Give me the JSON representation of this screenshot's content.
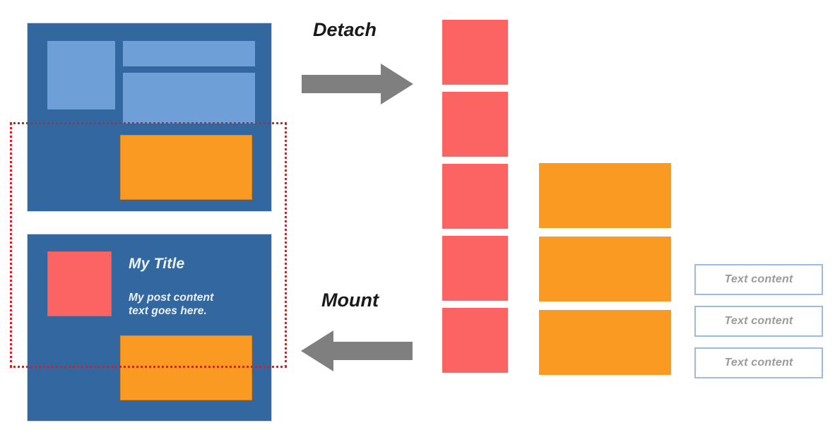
{
  "diagram": {
    "title": "Detach and Mount component diagram",
    "colors": {
      "panel_blue": "#33679F",
      "light_blue": "#6E9FD6",
      "orange": "#FA9A23",
      "red": "#FC6464",
      "selection_red": "#E01B22",
      "arrow_gray": "#7F7F7F",
      "text_box_border": "#9DBBDD",
      "placeholder_gray": "#9B9B9B"
    }
  },
  "left": {
    "top_panel": {
      "name": "component-panel-top",
      "blocks": [
        {
          "label": "",
          "kind": "light-blue-square"
        },
        {
          "label": "",
          "kind": "light-blue-bar"
        },
        {
          "label": "",
          "kind": "light-blue-block"
        },
        {
          "label": "",
          "kind": "orange-block"
        }
      ]
    },
    "bottom_panel": {
      "name": "component-panel-bottom",
      "avatar": {
        "kind": "red-square"
      },
      "post_title": "My Title",
      "post_body_lines": [
        "My post content",
        "text goes here."
      ],
      "media": {
        "kind": "orange-block"
      }
    },
    "selection": {
      "label": "selection-region",
      "style": "red-dotted"
    }
  },
  "arrows": [
    {
      "id": "detach",
      "label": "Detach",
      "direction": "right"
    },
    {
      "id": "mount",
      "label": "Mount",
      "direction": "left"
    }
  ],
  "right": {
    "red_column": {
      "name": "detached-image-atoms",
      "count": 5,
      "items": [
        "",
        "",
        "",
        "",
        ""
      ]
    },
    "orange_column": {
      "name": "detached-media-atoms",
      "count": 3,
      "items": [
        "",
        "",
        ""
      ]
    },
    "text_column": {
      "name": "detached-text-atoms",
      "count": 3,
      "items": [
        "Text content",
        "Text content",
        "Text content"
      ]
    }
  }
}
